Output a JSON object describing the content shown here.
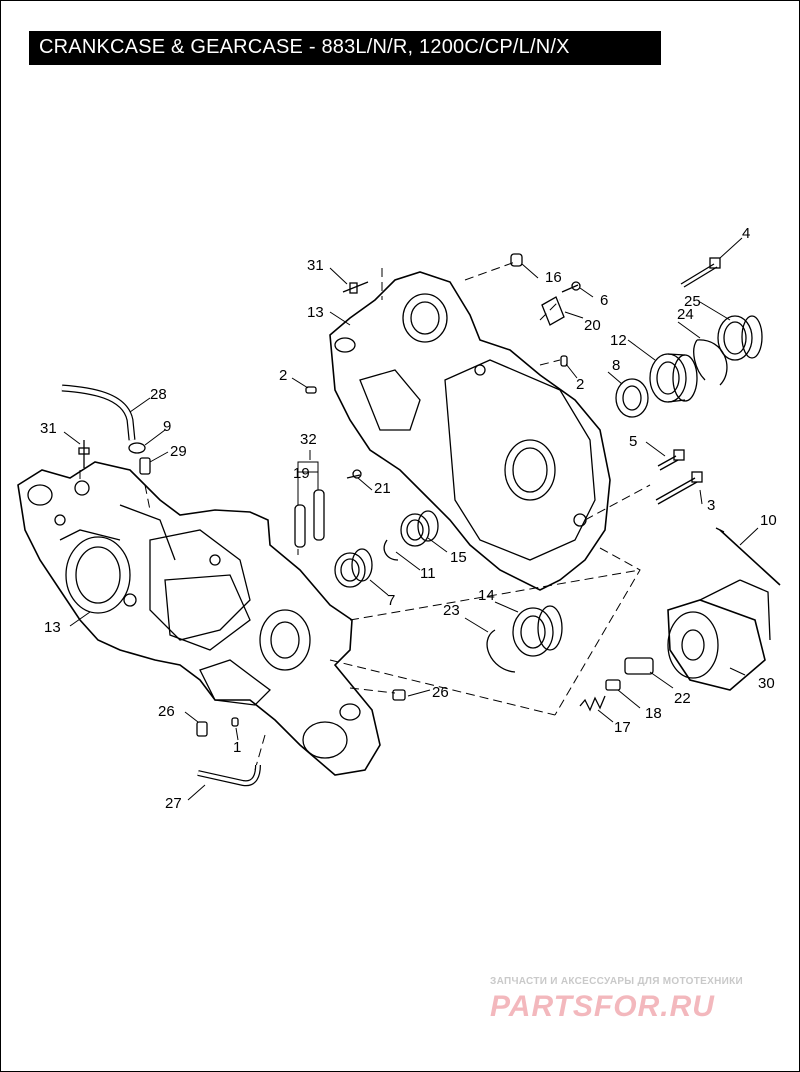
{
  "title": "CRANKCASE & GEARCASE - 883L/N/R, 1200C/CP/L/N/X",
  "callouts": {
    "c1": "1",
    "c2a": "2",
    "c2b": "2",
    "c3": "3",
    "c4": "4",
    "c5": "5",
    "c6": "6",
    "c7": "7",
    "c8": "8",
    "c9": "9",
    "c10": "10",
    "c11": "11",
    "c12": "12",
    "c13a": "13",
    "c13b": "13",
    "c14": "14",
    "c15": "15",
    "c16": "16",
    "c17": "17",
    "c18": "18",
    "c19": "19",
    "c20": "20",
    "c21": "21",
    "c22": "22",
    "c23": "23",
    "c24": "24",
    "c25": "25",
    "c26a": "26",
    "c26b": "26",
    "c27": "27",
    "c28": "28",
    "c29": "29",
    "c30": "30",
    "c31a": "31",
    "c31b": "31",
    "c32": "32"
  },
  "watermark": {
    "tagline": "ЗАПЧАСТИ И АКСЕССУАРЫ ДЛЯ МОТОТЕХНИКИ",
    "logo": "PARTSFOR.RU"
  }
}
